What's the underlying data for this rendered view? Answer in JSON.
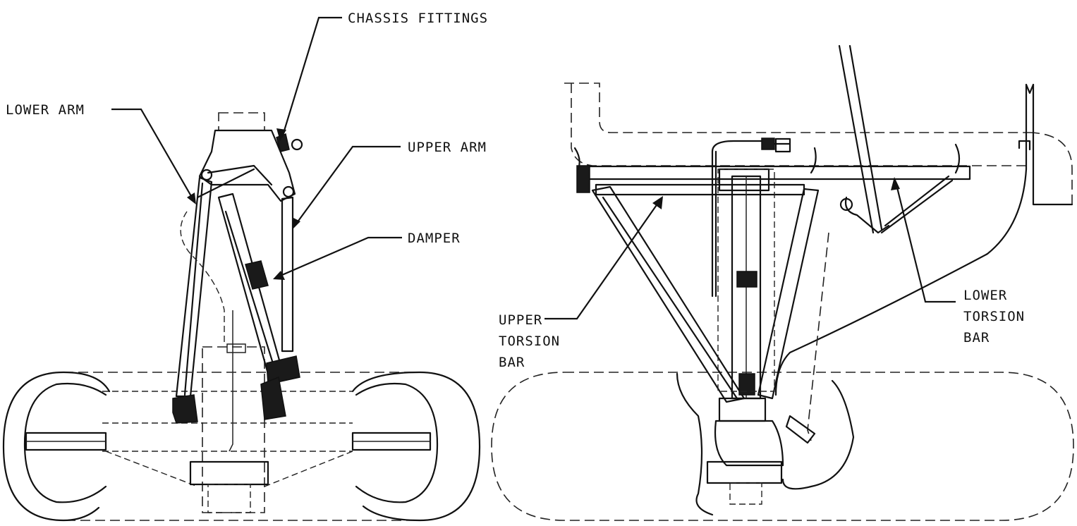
{
  "labels": {
    "chassis_fittings": "CHASSIS FITTINGS",
    "lower_arm": "LOWER ARM",
    "upper_arm": "UPPER ARM",
    "damper": "DAMPER",
    "upper_torsion_bar": [
      "UPPER",
      "TORSION",
      "BAR"
    ],
    "lower_torsion_bar": [
      "LOWER",
      "TORSION",
      "BAR"
    ]
  }
}
